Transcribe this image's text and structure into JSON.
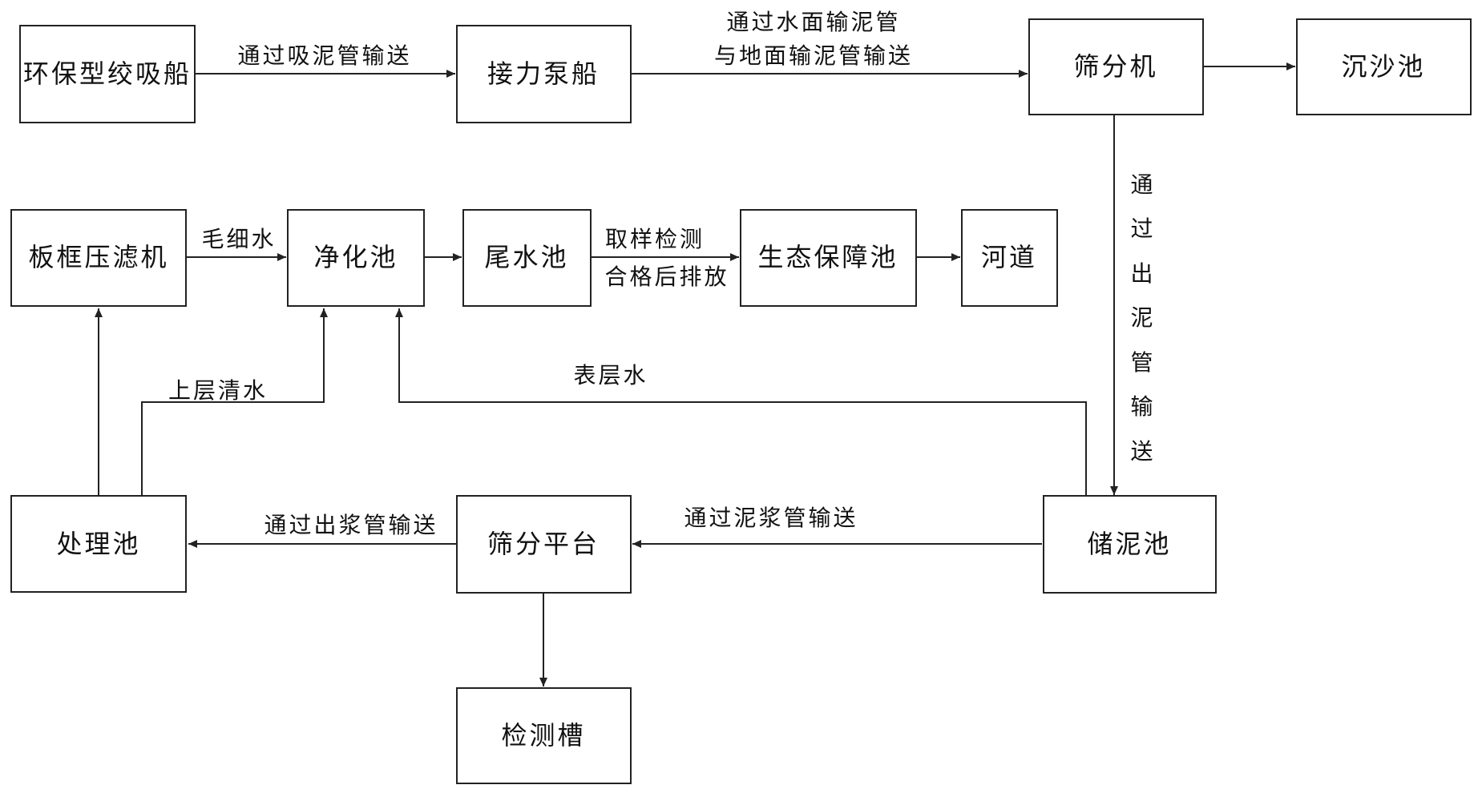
{
  "nodes": {
    "dredger": "环保型绞吸船",
    "relay_pump_ship": "接力泵船",
    "screening_machine": "筛分机",
    "sand_settling_pool": "沉沙池",
    "plate_filter_press": "板框压滤机",
    "purification_pool": "净化池",
    "tailwater_pool": "尾水池",
    "ecological_pool": "生态保障池",
    "river": "河道",
    "treatment_pool": "处理池",
    "screening_platform": "筛分平台",
    "mud_storage_pool": "储泥池",
    "detection_tank": "检测槽"
  },
  "labels": {
    "suction_pipe": "通过吸泥管输送",
    "water_surface_pipe_line1": "通过水面输泥管",
    "water_surface_pipe_line2": "与地面输泥管输送",
    "outlet_pipe_chars": [
      "通",
      "过",
      "出",
      "泥",
      "管",
      "输",
      "送"
    ],
    "capillary_water": "毛细水",
    "sampling_line1": "取样检测",
    "sampling_line2": "合格后排放",
    "upper_clear_water": "上层清水",
    "surface_water": "表层水",
    "slurry_outlet_pipe": "通过出浆管输送",
    "slurry_pipe": "通过泥浆管输送"
  },
  "colors": {
    "line": "#222222",
    "text": "#111111",
    "background": "#ffffff"
  }
}
